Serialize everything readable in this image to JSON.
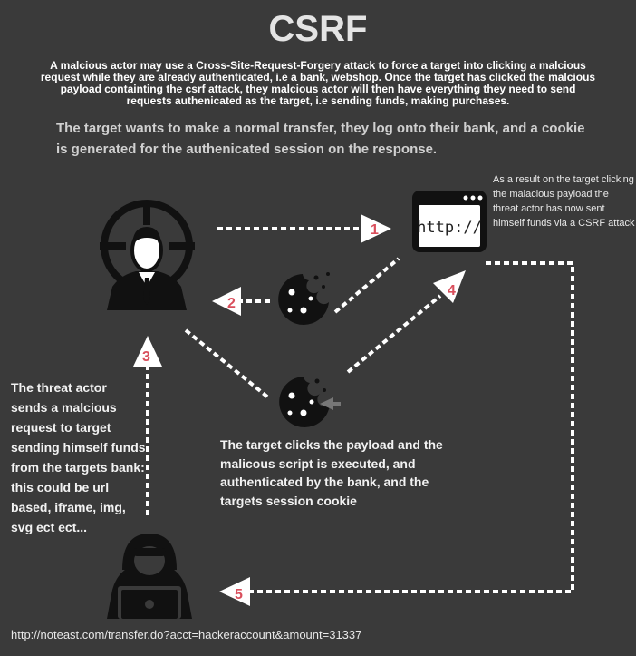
{
  "title": "CSRF",
  "intro": "A malcious actor may use a Cross-Site-Request-Forgery attack to force a target into clicking a malcious request while they are already authenticated, i.e a bank, webshop. Once the target has clicked the malcious payload containting the csrf attack, they malcious actor will then have everything they need to send requests authenicated as the target, i.e sending funds, making purchases.",
  "step0_text": "The target wants to make a normal transfer, they log onto their bank, and a cookie is generated for the authenicated session on the response.",
  "result_note": "As a result on the target clicking the malacious payload the threat actor has now sent himself funds via a CSRF attack",
  "threat_note": "The threat actor sends a malcious request to target sending himself funds from the targets bank: this could be url based, iframe, img, svg ect ect...",
  "payload_note": "The target clicks the payload and the malicous script is executed, and authenticated by the bank, and the targets session cookie",
  "payload_url": "http://noteast.com/transfer.do?acct=hackeraccount&amount=31337",
  "browser_text": "http://",
  "steps": [
    "1",
    "2",
    "3",
    "4",
    "5"
  ],
  "colors": {
    "background": "#3a3a3a",
    "arrow": "#ffffff",
    "step_label": "#d94f5c",
    "icon": "#111111"
  },
  "icons": [
    "target-person-icon",
    "browser-window-icon",
    "cookie-icon",
    "cookie-icon",
    "hacker-laptop-icon"
  ]
}
